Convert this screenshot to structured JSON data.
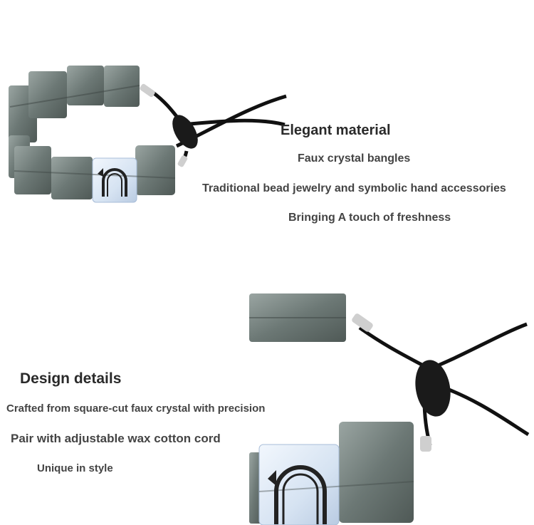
{
  "colors": {
    "crystal_dark": "#6e7a77",
    "crystal_highlight": "#aab4b1",
    "crystal_clear": "#dfe9f5",
    "cord": "#111111",
    "clasp_metal": "#c9c9c9",
    "text": "#3a3a3a"
  },
  "icons": {
    "charm_symbol": "horseshoe-icon"
  },
  "top_section": {
    "heading": "Elegant material",
    "lines": [
      "Faux crystal bangles",
      "Traditional bead jewelry and symbolic hand accessories",
      "Bringing A touch of freshness"
    ]
  },
  "bottom_section": {
    "heading": "Design details",
    "lines": [
      "Crafted from square-cut faux crystal with precision",
      "Pair with adjustable wax cotton cord",
      "Unique in style"
    ]
  }
}
